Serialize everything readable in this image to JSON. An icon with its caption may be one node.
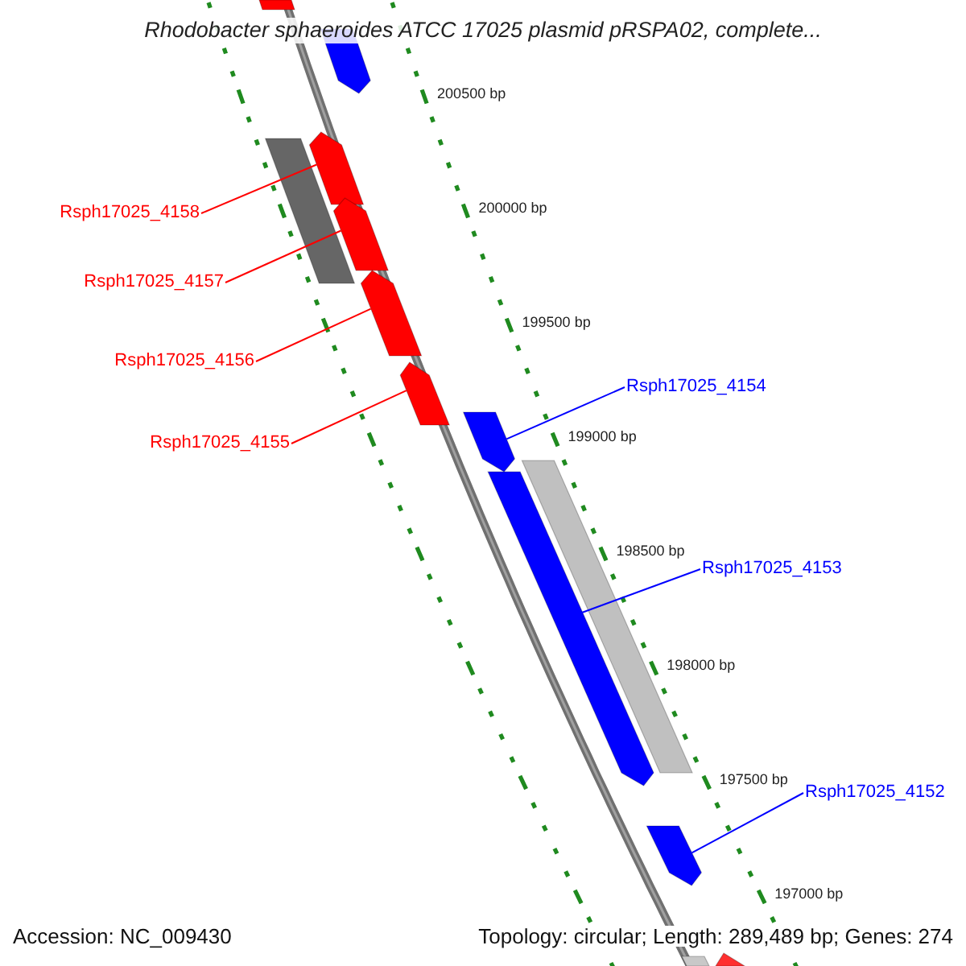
{
  "diagram": {
    "title": "Rhodobacter sphaeroides ATCC 17025 plasmid pRSPA02, complete...",
    "nodes": [
      {
        "text": [],
        "shape": "bar"
      },
      {
        "text": [],
        "shape": "bar"
      },
      {
        "text": [],
        "shape": "bar"
      },
      {
        "text": [],
        "shape": "bar"
      },
      {
        "text": [
          "Rsph17025_4158"
        ]
      },
      {
        "text": [],
        "shape": "bar"
      },
      {
        "text": [
          "Rsph17025_4157"
        ]
      },
      {
        "text": [],
        "shape": "bar"
      },
      {
        "text": [
          "Rsph17025_4156"
        ]
      },
      {
        "text": [],
        "shape": "bar"
      },
      {
        "text": [
          "Rsph17025_4155"
        ]
      },
      {
        "text": [
          "Rsph17025_4154"
        ]
      },
      {
        "text": [],
        "shape": "bar"
      },
      {
        "text": [],
        "shape": "bar"
      },
      {
        "text": [
          "Rsph17025_4153"
        ]
      },
      {
        "text": [],
        "shape": "bar"
      },
      {
        "text": [
          "Rsph17025_4152"
        ]
      },
      {
        "text": [],
        "shape": "bar"
      },
      {
        "text": [],
        "shape": "bar"
      },
      {
        "text": [],
        "shape": "bar"
      }
    ],
    "edges": [
      {
        "from": 4,
        "to": 3,
        "arrow": "none",
        "color": "#ff0000"
      },
      {
        "from": 6,
        "to": 5,
        "arrow": "none",
        "color": "#ff0000"
      },
      {
        "from": 8,
        "to": 7,
        "arrow": "none",
        "color": "#ff0000"
      },
      {
        "from": 10,
        "to": 9,
        "arrow": "none",
        "color": "#ff0000"
      },
      {
        "from": 11,
        "to": 12,
        "arrow": "none",
        "color": "#0000ff"
      },
      {
        "from": 14,
        "to": 15,
        "arrow": "none",
        "color": "#0000ff"
      },
      {
        "from": 16,
        "to": 17,
        "arrow": "none",
        "color": "#0000ff"
      }
    ],
    "labels": [
      "200500 bp",
      "200000 bp",
      "199500 bp",
      "199000 bp",
      "198500 bp",
      "198000 bp",
      "197500 bp",
      "197000 bp",
      "Accession: NC_009430",
      "Topology: circular; Length: 289,489 bp; Genes: 274"
    ]
  }
}
